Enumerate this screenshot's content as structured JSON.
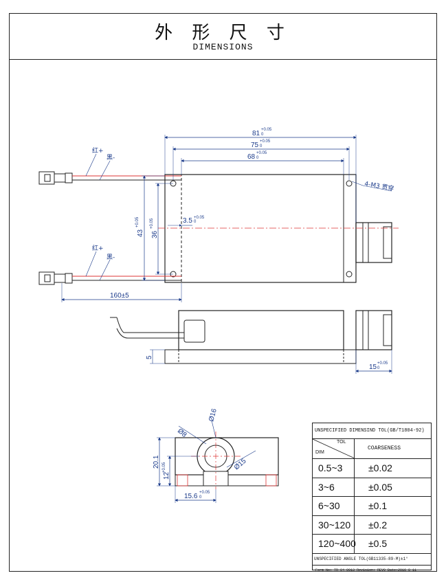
{
  "header": {
    "title_cn": "外 形 尺 寸",
    "title_en": "DIMENSIONS"
  },
  "top_view": {
    "dim_81": "81",
    "dim_75": "75",
    "dim_68": "68",
    "dim_43": "43",
    "dim_36": "36",
    "dim_3_5": "3.5",
    "dim_160": "160±5",
    "tol_plus": "+0.05",
    "tol_zero": "0",
    "hole_note": "4-M3 贯穿",
    "wire_red": "红+",
    "wire_black": "黑-"
  },
  "side_view": {
    "dim_5": "5",
    "dim_15": "15"
  },
  "end_view": {
    "dim_r8": "Ø8",
    "dim_16": "Ø16",
    "dim_15": "Ø15",
    "dim_20_1": "20.1",
    "dim_12": "12",
    "dim_15_6": "15.6"
  },
  "tolerance_table": {
    "header": "UNSPECIFIED DIMENSIND TOL(GB/T1804-92)",
    "col_tol": "TOL",
    "col_dim": "DIM",
    "col_coarse": "COARSENESS",
    "rows": [
      {
        "range": "0.5~3",
        "tol": "±0.02"
      },
      {
        "range": "3~6",
        "tol": "±0.05"
      },
      {
        "range": "6~30",
        "tol": "±0.1"
      },
      {
        "range": "30~120",
        "tol": "±0.2"
      },
      {
        "range": "120~400",
        "tol": "±0.5"
      }
    ],
    "angle_note": "UNSPECIFIED ANGLE TOL(GB11335-89-M)±1°",
    "form_note": "Form No: TR-04-0013 Revision: REV0 Date:2016-8-11"
  }
}
